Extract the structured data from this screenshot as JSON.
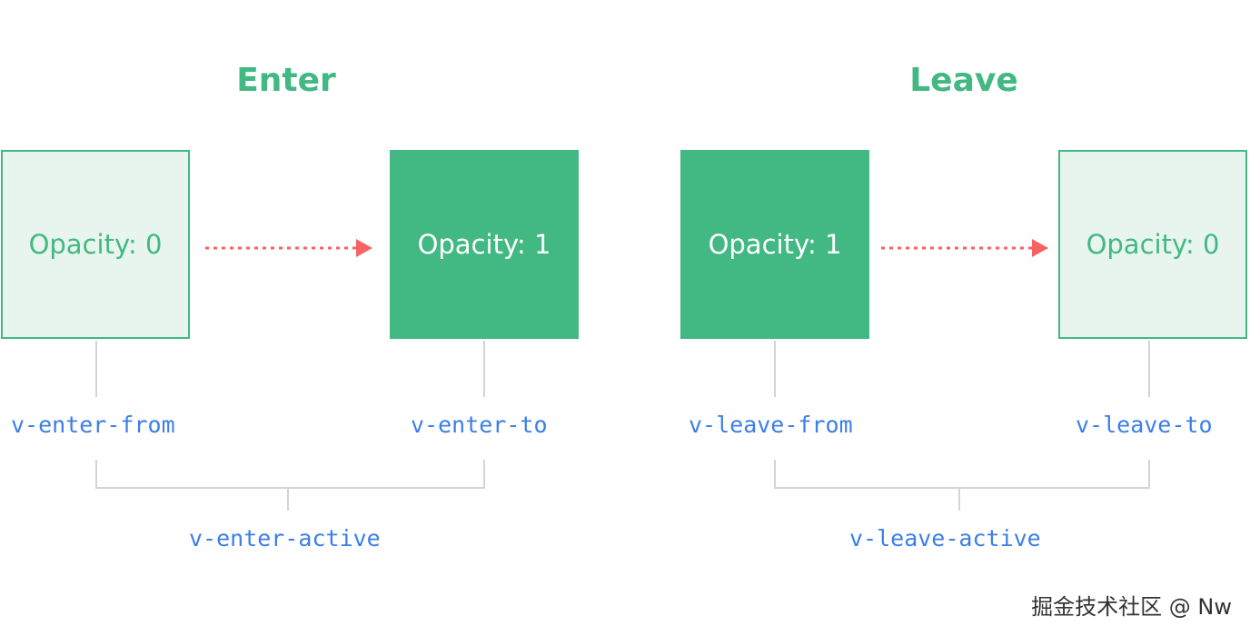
{
  "enter": {
    "title": "Enter",
    "from_box": "Opacity: 0",
    "to_box": "Opacity: 1",
    "from_class": "v-enter-from",
    "to_class": "v-enter-to",
    "active_class": "v-enter-active"
  },
  "leave": {
    "title": "Leave",
    "from_box": "Opacity: 1",
    "to_box": "Opacity: 0",
    "from_class": "v-leave-from",
    "to_class": "v-leave-to",
    "active_class": "v-leave-active"
  },
  "watermark": "掘金技术社区 @ Nw",
  "colors": {
    "green": "#42b883",
    "light_green": "#e8f5ee",
    "arrow_red": "#f66363",
    "class_blue": "#3c7ee8",
    "connector_gray": "#d4d4d4"
  }
}
